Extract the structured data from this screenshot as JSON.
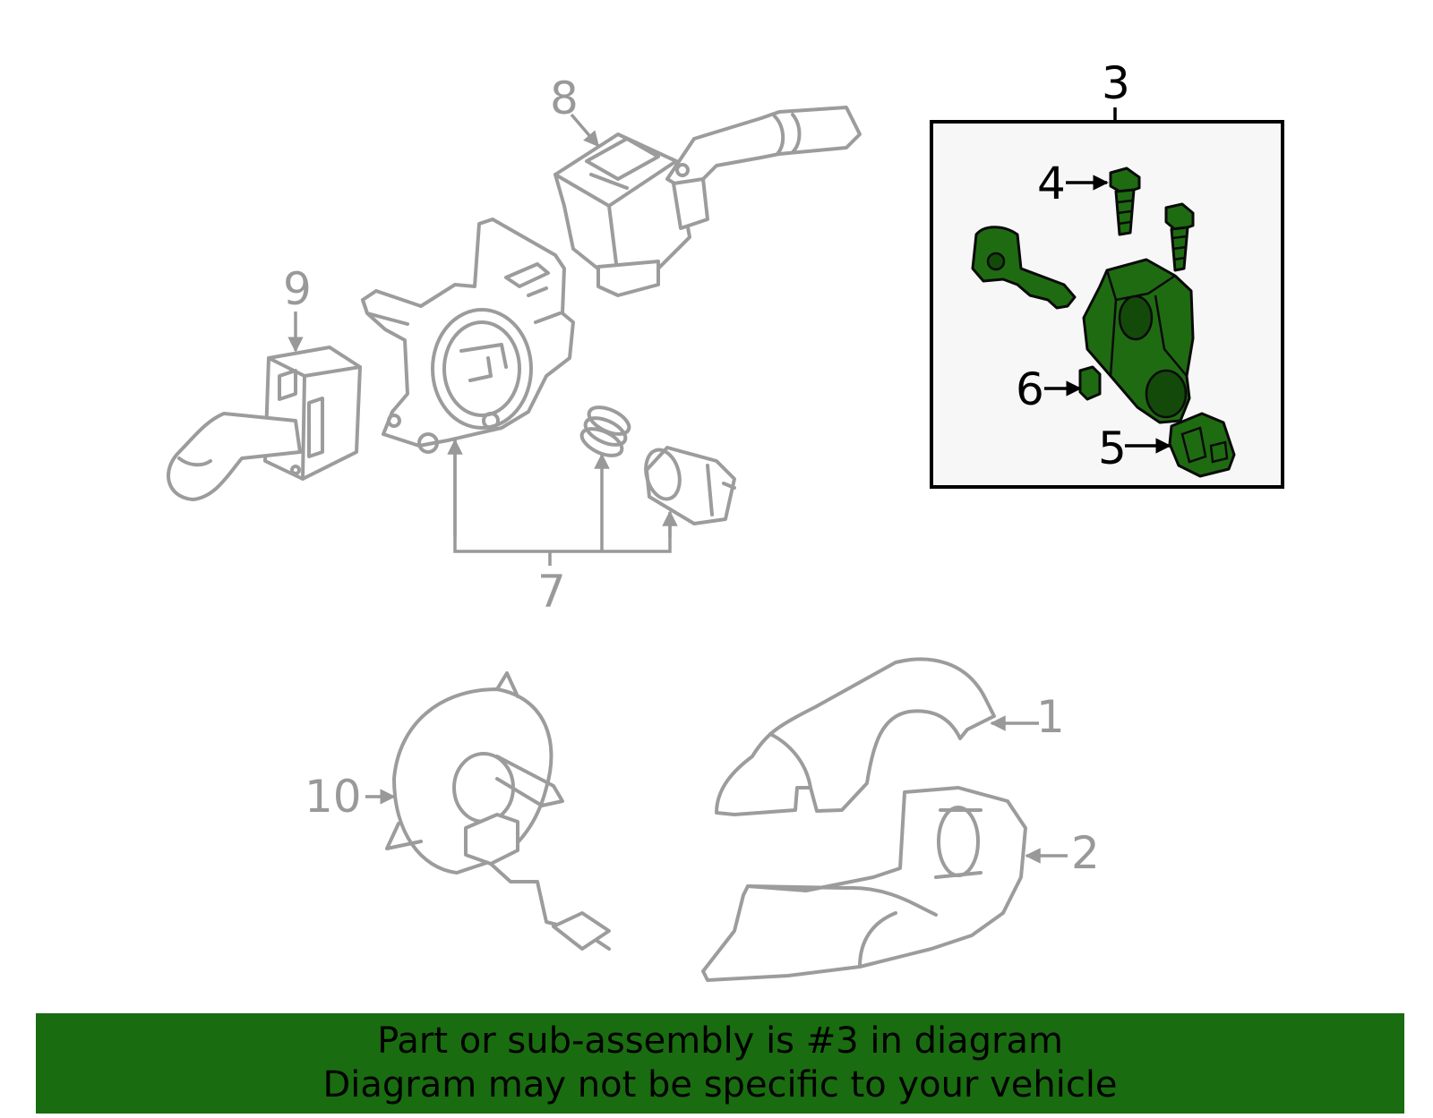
{
  "callouts": {
    "c1": "1",
    "c2": "2",
    "c3": "3",
    "c4": "4",
    "c5": "5",
    "c6": "6",
    "c7": "7",
    "c8": "8",
    "c9": "9",
    "c10": "10"
  },
  "banner": {
    "line1": "Part or sub-assembly is #3 in diagram",
    "line2": "Diagram may not be specific to your vehicle"
  },
  "colors": {
    "highlight_green": "#1f6b12",
    "banner_green": "#1a6c10",
    "line_gray": "#9c9c9c"
  }
}
